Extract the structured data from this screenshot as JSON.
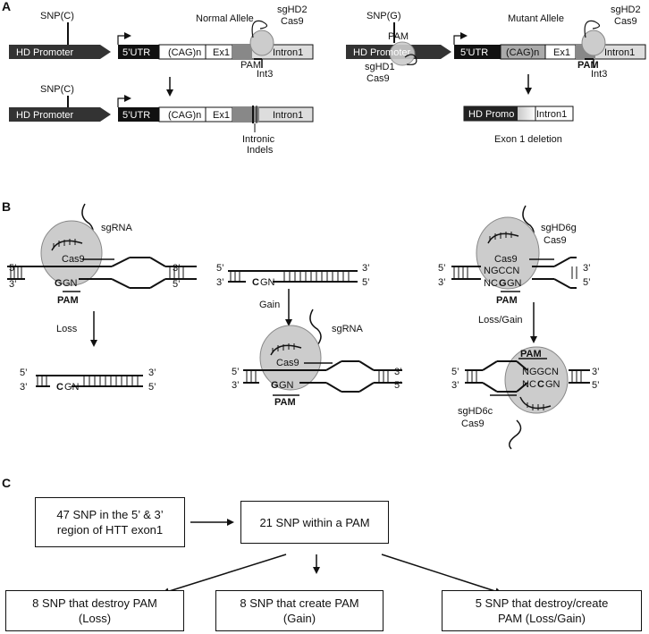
{
  "panels": {
    "a": "A",
    "b": "B",
    "c": "C"
  },
  "panel_a": {
    "normal": {
      "title": "Normal Allele",
      "snp": "SNP(C)",
      "promoter": "HD Promoter",
      "utr": "5’UTR",
      "cag": "(CAG)n",
      "ex1": "Ex1",
      "intron": "Intron1",
      "guide": "sgHD2",
      "cas9": "Cas9",
      "pam": "PAM",
      "int3": "Int3",
      "indels_1": "Intronic",
      "indels_2": "Indels"
    },
    "mutant": {
      "title": "Mutant Allele",
      "snp": "SNP(G)",
      "promoter": "HD Promoter",
      "utr": "5’UTR",
      "cag": "(CAG)n",
      "ex1": "Ex1",
      "intron": "Intron1",
      "pam_top": "PAM",
      "guide1": "sgHD1",
      "guide2": "sgHD2",
      "cas9": "Cas9",
      "pam": "PAM",
      "int3": "Int3",
      "result_promo": "HD Promo",
      "result_intron": "Intron1",
      "deletion": "Exon 1 deletion"
    }
  },
  "panel_b": {
    "five": "5’",
    "three": "3’",
    "col1": {
      "sgrna": "sgRNA",
      "cas9": "Cas9",
      "seq_top": "G",
      "seq_rest": "GN",
      "pam": "PAM",
      "arrow": "Loss",
      "result_c": "C",
      "result_rest": "GN"
    },
    "col2": {
      "seq_c": "C",
      "seq_rest": "GN",
      "arrow": "Gain",
      "sgrna": "sgRNA",
      "cas9": "Cas9",
      "res_g": "G",
      "res_rest": "GN",
      "pam": "PAM"
    },
    "col3": {
      "guide1": "sgHD6g",
      "cas9": "Cas9",
      "top_seq": "NGCCN",
      "bot_pre": "NC",
      "bot_g": "G",
      "bot_post": "GN",
      "pam1": "PAM",
      "arrow": "Loss/Gain",
      "pam2": "PAM",
      "res_top": "NGGCN",
      "res_bot_pre": "NC",
      "res_bot_c": "C",
      "res_bot_post": "GN",
      "guide2": "sgHD6c"
    }
  },
  "panel_c": {
    "box_top_left": "47 SNP in the 5’ & 3’\nregion of HTT exon1",
    "box_top_mid": "21 SNP within a PAM",
    "box_loss": "8 SNP that destroy PAM\n(Loss)",
    "box_gain": "8 SNP that create PAM\n(Gain)",
    "box_both": "5 SNP that destroy/create\nPAM (Loss/Gain)"
  }
}
